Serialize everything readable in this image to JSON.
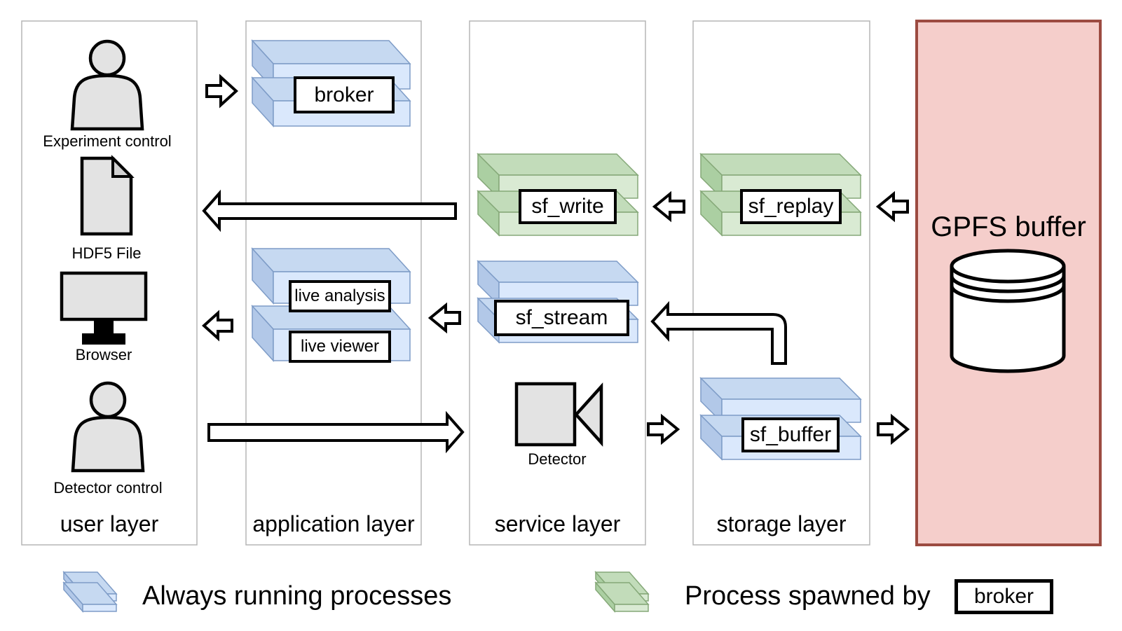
{
  "layers": {
    "user": {
      "label": "user layer",
      "items": {
        "experiment_control": "Experiment control",
        "hdf5_file": "HDF5 File",
        "browser": "Browser",
        "detector_control": "Detector control"
      }
    },
    "application": {
      "label": "application layer",
      "nodes": {
        "broker": "broker",
        "live_analysis": "live analysis",
        "live_viewer": "live viewer"
      }
    },
    "service": {
      "label": "service layer",
      "nodes": {
        "sf_write": "sf_write",
        "sf_stream": "sf_stream"
      },
      "items": {
        "detector": "Detector"
      }
    },
    "storage": {
      "label": "storage layer",
      "nodes": {
        "sf_replay": "sf_replay",
        "sf_buffer": "sf_buffer"
      }
    },
    "gpfs": {
      "label": "GPFS buffer"
    }
  },
  "legend": {
    "always_running": "Always running processes",
    "spawned": "Process spawned by",
    "spawned_by_node": "broker"
  },
  "colors": {
    "c-blue-front": "#dae8fc",
    "c-blue-top": "#c6d9f1",
    "c-blue-side": "#b2c8e8",
    "c-blue-stroke": "#7e9cc7",
    "c-green-front": "#d9ead3",
    "c-green-top": "#c2dcba",
    "c-green-side": "#abcfa2",
    "c-green-stroke": "#85a878",
    "c-pink-fill": "#f5cecb",
    "c-pink-stroke": "#9c4b41",
    "c-icon-gray": "#e3e3e3",
    "c-line": "#000000",
    "c-column-stroke": "#b5b5b5"
  }
}
